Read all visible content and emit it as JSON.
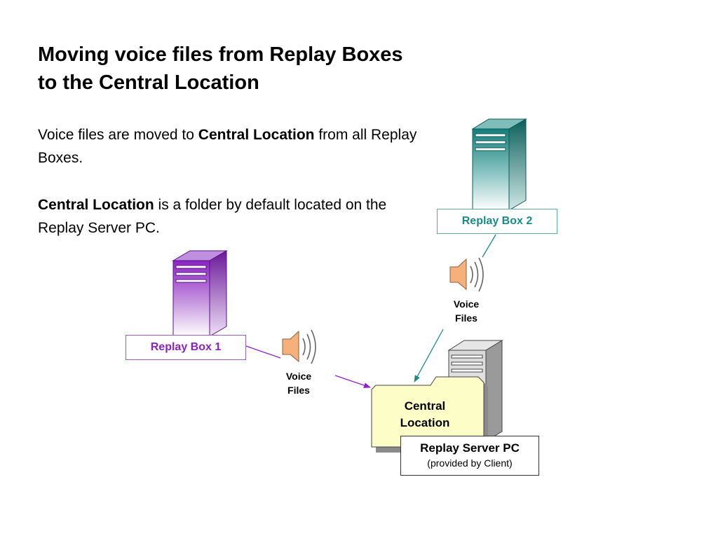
{
  "title": {
    "line1": "Moving voice files from Replay Boxes",
    "line2": "to the Central Location"
  },
  "paragraph1": {
    "pre": "Voice files are moved to ",
    "bold": "Central Location",
    "post": " from all Replay Boxes."
  },
  "paragraph2": {
    "bold": "Central Location",
    "post": " is a folder by default located on the Replay Server PC."
  },
  "replay_box_1": {
    "label": "Replay Box 1",
    "color": "#8a22c4"
  },
  "replay_box_2": {
    "label": "Replay Box 2",
    "color": "#1a8c88"
  },
  "voice_files_1": {
    "line1": "Voice",
    "line2": "Files"
  },
  "voice_files_2": {
    "line1": "Voice",
    "line2": "Files"
  },
  "central_location": {
    "line1": "Central",
    "line2": "Location"
  },
  "replay_server": {
    "title": "Replay Server PC",
    "subtitle": "(provided by Client)"
  },
  "icons": [
    "server-tower-icon",
    "speaker-icon",
    "folder-icon"
  ]
}
